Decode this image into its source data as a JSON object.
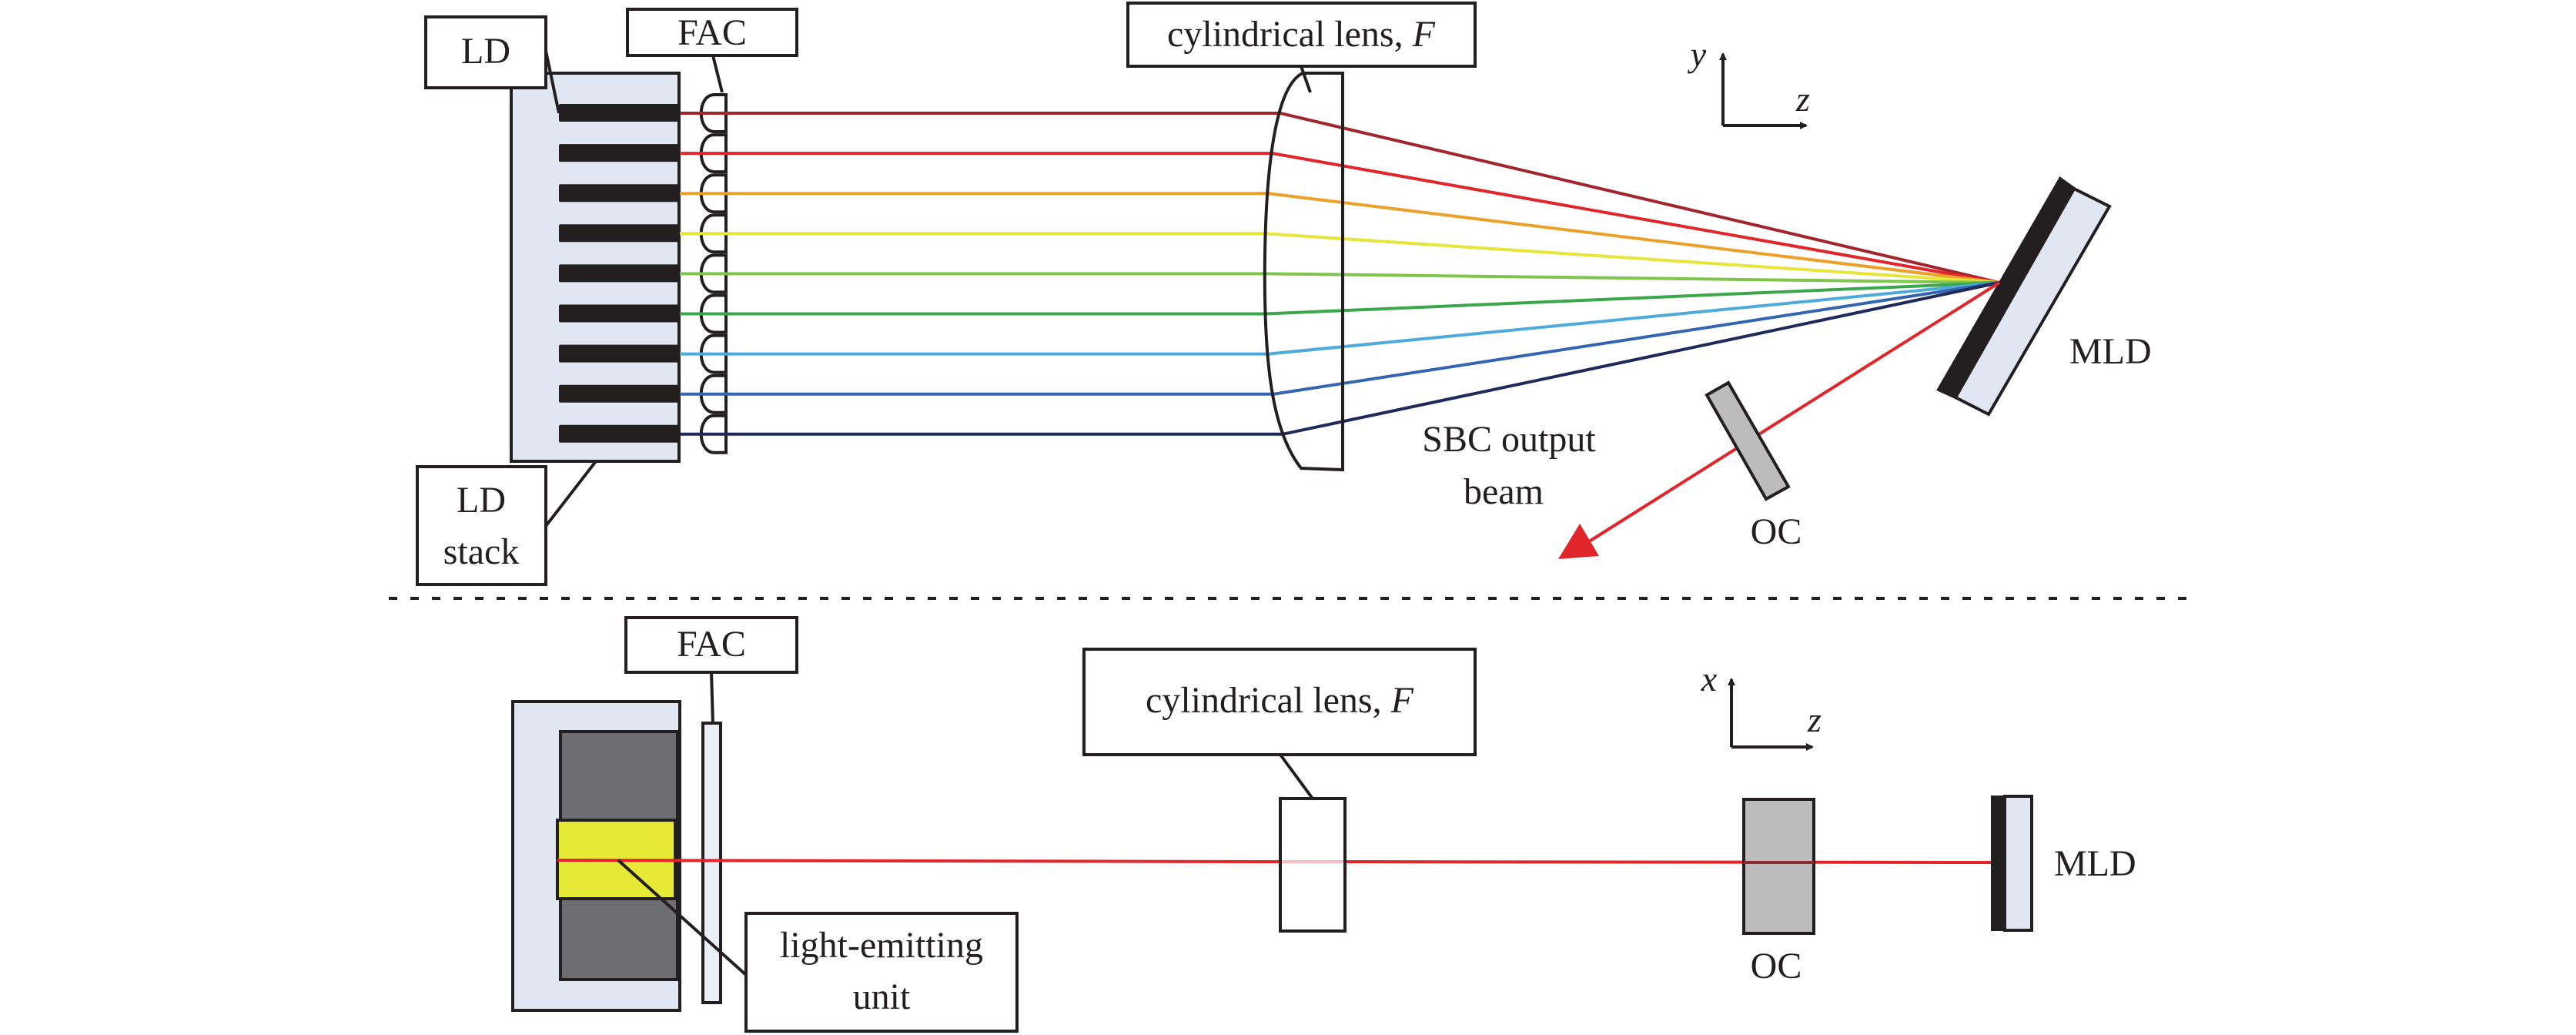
{
  "top_view": {
    "labels": {
      "ld": "LD",
      "fac": "FAC",
      "lens": "cylindrical lens, ",
      "lens_focal": "F",
      "ld_stack_line1": "LD",
      "ld_stack_line2": "stack",
      "output_line1": "SBC output",
      "output_line2": "beam",
      "oc": "OC",
      "mld": "MLD"
    },
    "axes": {
      "vertical": "y",
      "horizontal": "z"
    },
    "emitter_count": 9,
    "beam_colors": [
      "#a1262c",
      "#e0252b",
      "#eba02a",
      "#e6e63a",
      "#7ec54b",
      "#3aa84a",
      "#4faadc",
      "#3564b0",
      "#1f2a5a"
    ],
    "output_beam_color": "#e0252b"
  },
  "side_view": {
    "labels": {
      "fac": "FAC",
      "lens": "cylindrical lens, ",
      "lens_focal": "F",
      "emitter_line1": "light-emitting",
      "emitter_line2": "unit",
      "oc": "OC",
      "mld": "MLD"
    },
    "axes": {
      "vertical": "x",
      "horizontal": "z"
    },
    "beam_color": "#e0252b"
  },
  "colors": {
    "housing": "#e0e7f3",
    "diode_bar": "#231f20",
    "chip_dark": "#6e6d72",
    "emitter_yellow": "#e6e935",
    "oc_gray": "#bcbcbc",
    "stroke": "#231f20"
  }
}
